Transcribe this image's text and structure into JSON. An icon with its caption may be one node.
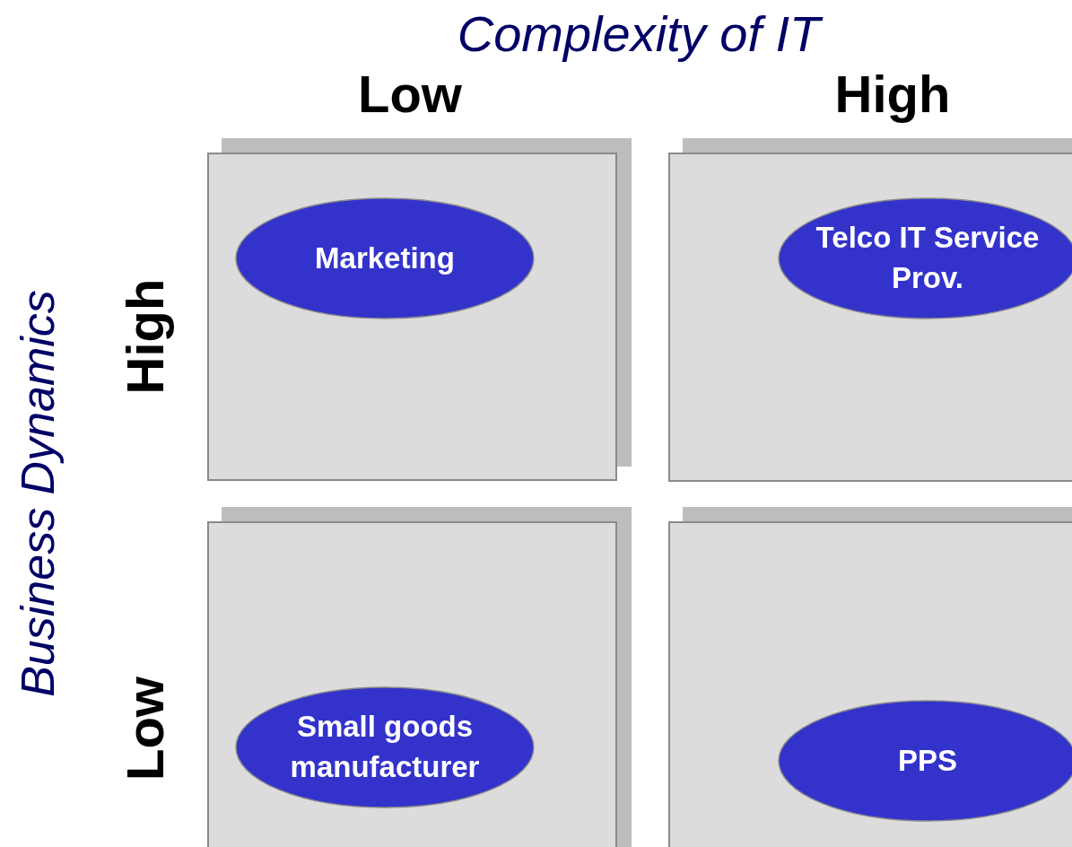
{
  "diagram": {
    "nodes": [
      {
        "text": [],
        "shape": "box"
      },
      {
        "text": [
          "Marketing"
        ],
        "in": 0
      },
      {
        "text": [],
        "shape": "box"
      },
      {
        "text": [
          "Telco IT Service Prov."
        ],
        "in": 2
      },
      {
        "text": [],
        "shape": "box"
      },
      {
        "text": [
          "Small goods manufacturer"
        ],
        "in": 4
      },
      {
        "text": [],
        "shape": "box"
      },
      {
        "text": [
          "PPS"
        ],
        "in": 6
      }
    ],
    "labels": [
      "Complexity of IT",
      "Low",
      "High",
      "Business Dynamics",
      "High",
      "Low"
    ]
  }
}
